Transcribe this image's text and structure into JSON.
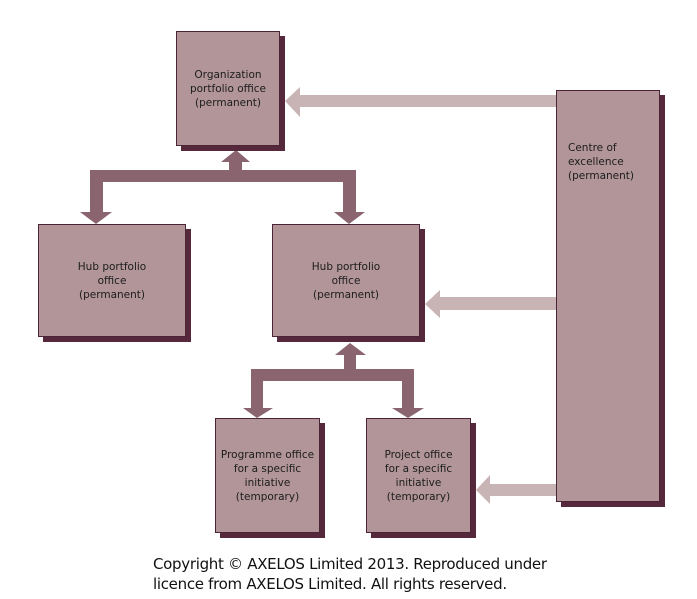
{
  "colors": {
    "box_fill": "#b19599",
    "box_border": "#4b2436",
    "box_shadow": "#55283b",
    "hierarchy_arrow": "#8a6570",
    "support_arrow": "#c8b3b5"
  },
  "nodes": {
    "organization_portfolio_office": {
      "label": "Organization\nportfolio office\n(permanent)"
    },
    "hub_portfolio_office_left": {
      "label": "Hub portfolio\noffice\n(permanent)"
    },
    "hub_portfolio_office_right": {
      "label": "Hub portfolio\noffice\n(permanent)"
    },
    "programme_office": {
      "label": "Programme office\nfor a specific\ninitiative\n(temporary)"
    },
    "project_office": {
      "label": "Project office\nfor a specific\ninitiative\n(temporary)"
    },
    "centre_of_excellence": {
      "label": "Centre of\nexcellence\n(permanent)"
    }
  },
  "edges": [
    {
      "from": "hub_portfolio_office_left",
      "to": "organization_portfolio_office",
      "type": "bidirectional-hierarchy"
    },
    {
      "from": "hub_portfolio_office_right",
      "to": "organization_portfolio_office",
      "type": "bidirectional-hierarchy"
    },
    {
      "from": "programme_office",
      "to": "hub_portfolio_office_right",
      "type": "bidirectional-hierarchy"
    },
    {
      "from": "project_office",
      "to": "hub_portfolio_office_right",
      "type": "bidirectional-hierarchy"
    },
    {
      "from": "centre_of_excellence",
      "to": "organization_portfolio_office",
      "type": "support"
    },
    {
      "from": "centre_of_excellence",
      "to": "hub_portfolio_office_right",
      "type": "support"
    },
    {
      "from": "centre_of_excellence",
      "to": "project_office",
      "type": "support"
    }
  ],
  "copyright": {
    "line1": "Copyright © AXELOS Limited 2013.  Reproduced under",
    "line2": "licence from AXELOS Limited.  All rights reserved."
  }
}
